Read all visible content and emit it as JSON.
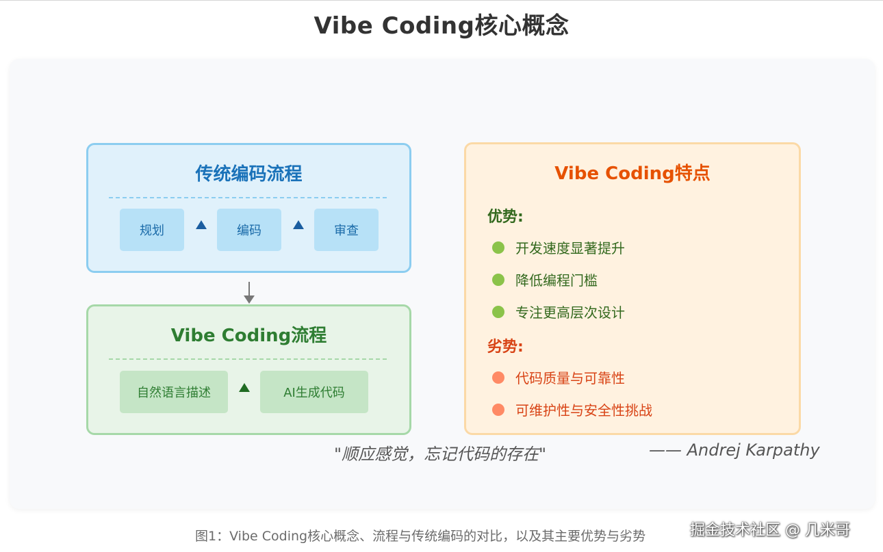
{
  "page_title": "Vibe Coding核心概念",
  "traditional": {
    "title": "传统编码流程",
    "steps": [
      "规划",
      "编码",
      "审查"
    ]
  },
  "vibe": {
    "title": "Vibe Coding流程",
    "steps": [
      "自然语言描述",
      "AI生成代码"
    ]
  },
  "features": {
    "title": "Vibe Coding特点",
    "advantages_label": "优势:",
    "advantages": [
      "开发速度显著提升",
      "降低编程门槛",
      "专注更高层次设计"
    ],
    "disadvantages_label": "劣势:",
    "disadvantages": [
      "代码质量与可靠性",
      "可维护性与安全性挑战"
    ]
  },
  "quote": {
    "text": "\"顺应感觉，忘记代码的存在\"",
    "author": "—— Andrej Karpathy"
  },
  "caption": "图1：Vibe Coding核心概念、流程与传统编码的对比，以及其主要优势与劣势",
  "watermark": "掘金技术社区 @ 几米哥",
  "colors": {
    "traditional_accent": "#1a72b9",
    "vibe_accent": "#2e7d32",
    "features_accent": "#e65100",
    "advantage_dot": "#8bc34a",
    "disadvantage_dot": "#ff8a65"
  }
}
